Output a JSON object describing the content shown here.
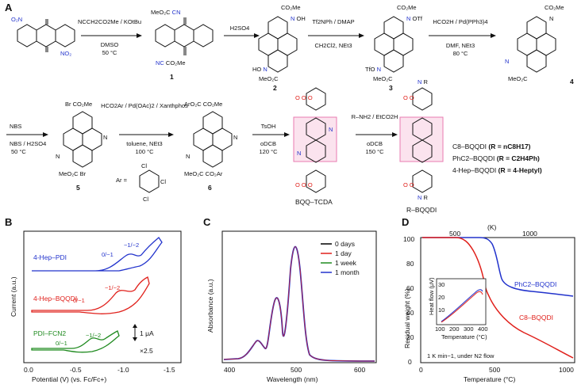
{
  "panel_a": {
    "label": "A",
    "step1": {
      "reagents": "NCCH2CO2Me / KOtBu",
      "conditions": "DMSO",
      "temp": "50 °C"
    },
    "step2": {
      "reagents": "H2SO4"
    },
    "step3": {
      "reagents": "Tf2NPh / DMAP",
      "conditions": "CH2Cl2, NEt3"
    },
    "step4": {
      "reagents": "HCO2H / Pd(PPh3)4",
      "conditions": "DMF, NEt3",
      "temp": "80 °C"
    },
    "step5": {
      "reagents": "NBS / H2SO4",
      "temp": "50 °C"
    },
    "step6": {
      "reagents": "HCO2Ar / Pd(OAc)2 / Xanthphos",
      "conditions": "toluene, NEt3",
      "temp": "100 °C"
    },
    "step7": {
      "reagents": "TsOH",
      "conditions": "oDCB",
      "temp": "120 °C"
    },
    "step8": {
      "reagents": "R–NH2 / EtCO2H",
      "conditions": "oDCB",
      "temp": "150 °C"
    },
    "compounds": [
      "1",
      "2",
      "3",
      "4",
      "5",
      "6",
      "BQQ–TCDA",
      "R–BQQDI"
    ],
    "ar_label": "Ar =",
    "derivatives": [
      {
        "name": "C8–BQQDI",
        "r": "(R = nC8H17)"
      },
      {
        "name": "PhC2–BQQDI",
        "r": "(R = C2H4Ph)"
      },
      {
        "name": "4-Hep–BQQDI",
        "r": "(R = 4-Heptyl)"
      }
    ]
  },
  "panel_b": {
    "label": "B",
    "xlabel": "Potential (V) (vs. Fc/Fc+)",
    "ylabel": "Current (a.u.)",
    "xticks": [
      "0.0",
      "-0.5",
      "-1.0",
      "-1.5"
    ],
    "scale_bar": "1 μA",
    "multiplier": "×2.5",
    "curves": [
      {
        "name": "4-Hep–PDI",
        "color": "#2233cc",
        "labels": [
          "0/−1",
          "−1/−2"
        ]
      },
      {
        "name": "4-Hep–BQQDI",
        "color": "#e0201b",
        "labels": [
          "0/−1",
          "−1/−2"
        ]
      },
      {
        "name": "PDI–FCN2",
        "color": "#1f8a1f",
        "labels": [
          "0/−1",
          "−1/−2"
        ]
      }
    ]
  },
  "panel_c": {
    "label": "C",
    "xlabel": "Wavelength (nm)",
    "ylabel": "Absorbance (a.u.)",
    "xticks": [
      "400",
      "500",
      "600"
    ],
    "legend": [
      {
        "name": "0 days",
        "color": "#000000"
      },
      {
        "name": "1 day",
        "color": "#e0201b"
      },
      {
        "name": "1 week",
        "color": "#1f8a1f"
      },
      {
        "name": "1 month",
        "color": "#2233cc"
      }
    ]
  },
  "panel_d": {
    "label": "D",
    "xlabel": "Temperature (°C)",
    "ylabel": "Residual weight (%)",
    "top_axis_label": "(K)",
    "top_ticks": [
      "500",
      "1000"
    ],
    "xticks": [
      "0",
      "500",
      "1000"
    ],
    "yticks": [
      "0",
      "20",
      "40",
      "60",
      "80",
      "100"
    ],
    "series": [
      {
        "name": "PhC2–BQQDI",
        "color": "#2233cc"
      },
      {
        "name": "C8–BQQDI",
        "color": "#e0201b"
      }
    ],
    "note": "1 K min−1, under N2 flow",
    "inset": {
      "ylabel": "Heat flow (μV)",
      "xlabel": "Temperature (°C)",
      "xticks": [
        "100",
        "200",
        "300",
        "400"
      ],
      "yticks": [
        "10",
        "20",
        "30"
      ]
    }
  }
}
